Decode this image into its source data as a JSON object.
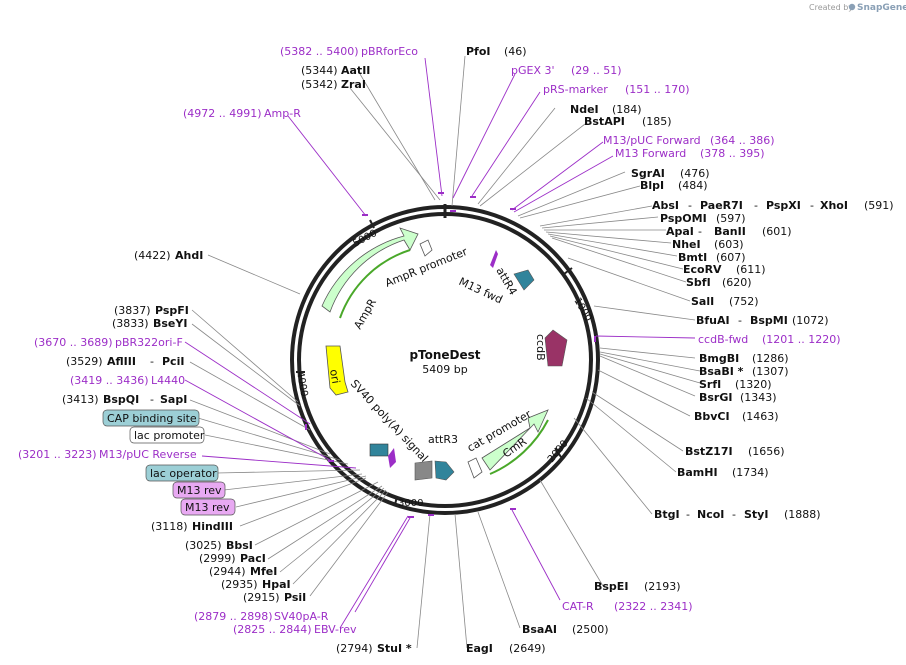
{
  "credit": {
    "prefix": "Created by",
    "brand": "SnapGene"
  },
  "plasmid": {
    "name": "pToneDest",
    "length_label": "5409 bp"
  },
  "ticks": [
    "1000",
    "2000",
    "3000",
    "4000",
    "5000"
  ],
  "sites": [
    {
      "id": "pfoi",
      "name": "PfoI",
      "pos": "(46)"
    },
    {
      "id": "ndei",
      "name": "NdeI",
      "pos": "(184)"
    },
    {
      "id": "bstapi",
      "name": "BstAPI",
      "pos": "(185)"
    },
    {
      "id": "sgrai",
      "name": "SgrAI",
      "pos": "(476)"
    },
    {
      "id": "blpi",
      "name": "BlpI",
      "pos": "(484)"
    },
    {
      "id": "absi",
      "name": "AbsI",
      "pos": ""
    },
    {
      "id": "paer7i",
      "name": "PaeR7I",
      "pos": ""
    },
    {
      "id": "pspxi",
      "name": "PspXI",
      "pos": ""
    },
    {
      "id": "xhoi",
      "name": "XhoI",
      "pos": "(591)"
    },
    {
      "id": "pspomi",
      "name": "PspOMI",
      "pos": "(597)"
    },
    {
      "id": "apai",
      "name": "ApaI",
      "pos": ""
    },
    {
      "id": "banii",
      "name": "BanII",
      "pos": "(601)"
    },
    {
      "id": "nhei",
      "name": "NheI",
      "pos": "(603)"
    },
    {
      "id": "bmti",
      "name": "BmtI",
      "pos": "(607)"
    },
    {
      "id": "ecorv",
      "name": "EcoRV",
      "pos": "(611)"
    },
    {
      "id": "sbfi",
      "name": "SbfI",
      "pos": "(620)"
    },
    {
      "id": "sali",
      "name": "SalI",
      "pos": "(752)"
    },
    {
      "id": "bfuai",
      "name": "BfuAI",
      "pos": ""
    },
    {
      "id": "bspmi",
      "name": "BspMI",
      "pos": "(1072)"
    },
    {
      "id": "bmgbi",
      "name": "BmgBI",
      "pos": "(1286)"
    },
    {
      "id": "bsabi",
      "name": "BsaBI *",
      "pos": "(1307)"
    },
    {
      "id": "srfi",
      "name": "SrfI",
      "pos": "(1320)"
    },
    {
      "id": "bsrgi",
      "name": "BsrGI",
      "pos": "(1343)"
    },
    {
      "id": "bbvci",
      "name": "BbvCI",
      "pos": "(1463)"
    },
    {
      "id": "bstz17i",
      "name": "BstZ17I",
      "pos": "(1656)"
    },
    {
      "id": "bamhi",
      "name": "BamHI",
      "pos": "(1734)"
    },
    {
      "id": "btgi",
      "name": "BtgI",
      "pos": ""
    },
    {
      "id": "ncoi",
      "name": "NcoI",
      "pos": ""
    },
    {
      "id": "styi",
      "name": "StyI",
      "pos": "(1888)"
    },
    {
      "id": "bspei",
      "name": "BspEI",
      "pos": "(2193)"
    },
    {
      "id": "bsaai",
      "name": "BsaAI",
      "pos": "(2500)"
    },
    {
      "id": "eagi",
      "name": "EagI",
      "pos": "(2649)"
    },
    {
      "id": "stui",
      "name": "StuI *",
      "pos": "(2794)"
    },
    {
      "id": "psii",
      "name": "PsiI",
      "pos": "(2915)"
    },
    {
      "id": "hpai",
      "name": "HpaI",
      "pos": "(2935)"
    },
    {
      "id": "mfei",
      "name": "MfeI",
      "pos": "(2944)"
    },
    {
      "id": "paci",
      "name": "PacI",
      "pos": "(2999)"
    },
    {
      "id": "bbsi",
      "name": "BbsI",
      "pos": "(3025)"
    },
    {
      "id": "hindiii",
      "name": "HindIII",
      "pos": "(3118)"
    },
    {
      "id": "bspqi",
      "name": "BspQI",
      "pos": "(3413)"
    },
    {
      "id": "sapi",
      "name": "SapI",
      "pos": ""
    },
    {
      "id": "afliii",
      "name": "AflIII",
      "pos": "(3529)"
    },
    {
      "id": "pcii",
      "name": "PciI",
      "pos": ""
    },
    {
      "id": "bseyi",
      "name": "BseYI",
      "pos": "(3833)"
    },
    {
      "id": "pspfi",
      "name": "PspFI",
      "pos": "(3837)"
    },
    {
      "id": "ahdi",
      "name": "AhdI",
      "pos": "(4422)"
    },
    {
      "id": "zrai",
      "name": "ZraI",
      "pos": "(5342)"
    },
    {
      "id": "aatii",
      "name": "AatII",
      "pos": "(5344)"
    }
  ],
  "primers": [
    {
      "id": "pbrforeco",
      "name": "pBRforEco",
      "pos": "(5382 .. 5400)"
    },
    {
      "id": "pgex3",
      "name": "pGEX 3'",
      "pos": "(29 .. 51)"
    },
    {
      "id": "prsmarker",
      "name": "pRS-marker",
      "pos": "(151 .. 170)"
    },
    {
      "id": "m13pucfwd",
      "name": "M13/pUC Forward",
      "pos": "(364 .. 386)"
    },
    {
      "id": "m13fwd",
      "name": "M13 Forward",
      "pos": "(378 .. 395)"
    },
    {
      "id": "ampr",
      "name": "Amp-R",
      "pos": "(4972 .. 4991)"
    },
    {
      "id": "ccdbfwd",
      "name": "ccdB-fwd",
      "pos": "(1201 .. 1220)"
    },
    {
      "id": "pbr322ori",
      "name": "pBR322ori-F",
      "pos": "(3670 .. 3689)"
    },
    {
      "id": "l4440",
      "name": "L4440",
      "pos": "(3419 .. 3436)"
    },
    {
      "id": "m13pucrev",
      "name": "M13/pUC Reverse",
      "pos": "(3201 .. 3223)"
    },
    {
      "id": "catr",
      "name": "CAT-R",
      "pos": "(2322 .. 2341)"
    },
    {
      "id": "sv40par",
      "name": "SV40pA-R",
      "pos": "(2879 .. 2898)"
    },
    {
      "id": "ebvrev",
      "name": "EBV-rev",
      "pos": "(2825 .. 2844)"
    }
  ],
  "boxed": [
    {
      "id": "cap",
      "label": "CAP binding site"
    },
    {
      "id": "lacprom",
      "label": "lac promoter"
    },
    {
      "id": "lacop",
      "label": "lac operator"
    },
    {
      "id": "m13rev1",
      "label": "M13 rev"
    },
    {
      "id": "m13rev2",
      "label": "M13 rev"
    }
  ],
  "features": {
    "ampr_promoter": "AmpR promoter",
    "ampr": "AmpR",
    "ori": "ori",
    "sv40": "SV40 poly(A) signal",
    "attr3": "attR3",
    "attr4": "attR4",
    "m13fwd": "M13 fwd",
    "ccdb": "ccdB",
    "cat_promoter": "cat promoter",
    "cmr": "CmR"
  },
  "colors": {
    "primer": "#9c2ec7",
    "ori": "#ffff00",
    "ampr": "#ccffcc",
    "ccdb": "#993366",
    "att": "#31849b",
    "cap_box": "#9ccfd6",
    "m13rev_box": "#e8a9f2"
  }
}
